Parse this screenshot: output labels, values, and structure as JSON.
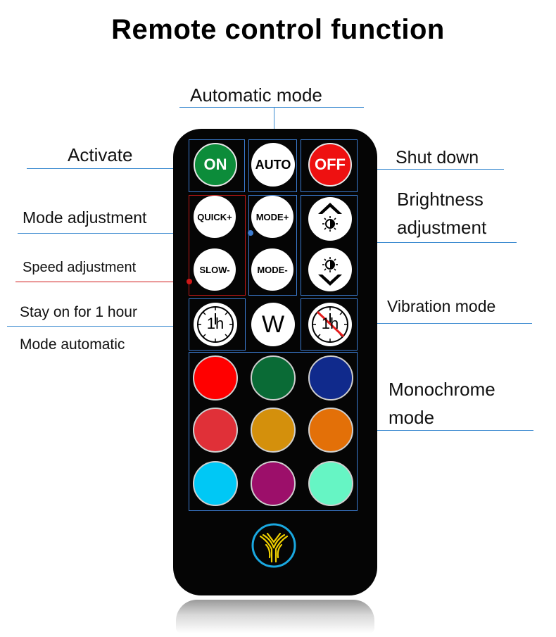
{
  "title": "Remote control function",
  "labels": {
    "automatic_mode": "Automatic mode",
    "activate": "Activate",
    "shut_down": "Shut down",
    "brightness_line1": "Brightness",
    "brightness_line2": "adjustment",
    "mode_adjustment": "Mode adjustment",
    "speed_adjustment": "Speed adjustment",
    "stay_on": "Stay on for 1 hour",
    "mode_automatic": "Mode automatic",
    "vibration_mode": "Vibration mode",
    "monochrome_line1": "Monochrome",
    "monochrome_line2": "mode"
  },
  "buttons": {
    "on": "ON",
    "auto": "AUTO",
    "off": "OFF",
    "quick": "QUICK+",
    "mode_plus": "MODE+",
    "slow": "SLOW-",
    "mode_minus": "MODE-",
    "w": "W",
    "timer_text": "1h"
  },
  "colors": {
    "on": "#0c8c3a",
    "off": "#ee1111",
    "swatches": [
      "#ff0000",
      "#0a6b36",
      "#102a8c",
      "#e03038",
      "#d4900c",
      "#e37008",
      "#00c8f5",
      "#9c0f6a",
      "#66f5c4"
    ],
    "line": "#3b8ad0",
    "logo": "#f0d000"
  }
}
